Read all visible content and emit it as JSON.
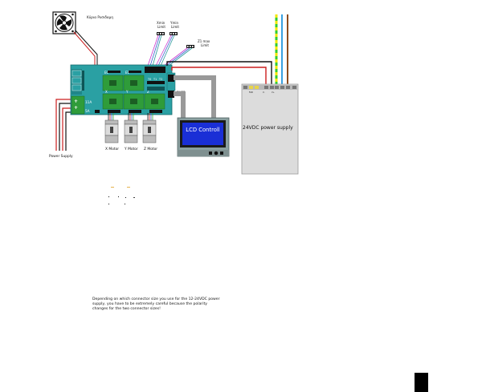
{
  "fan": {
    "label": "Κύρια Ρυσιδαμη"
  },
  "limits": {
    "x_min": [
      "Xmin",
      "Limit"
    ],
    "y_min": [
      "Ymin",
      "Limit"
    ],
    "z1_max": [
      "Z1 max",
      "Limit"
    ]
  },
  "board": {
    "left_connectors": [
      "",
      "",
      ""
    ],
    "power_inputs": [
      "11A",
      "5A"
    ],
    "driver_labels": [
      "E0",
      "E1",
      "X",
      "Y",
      "Z"
    ],
    "header_labels": [
      "T0",
      "T1",
      "T2"
    ],
    "exp_ports": [
      "EXP1",
      "EXP2"
    ]
  },
  "motors": [
    "X Motor",
    "Y Motor",
    "Z Motor"
  ],
  "lcd": {
    "label": "LCD Controll"
  },
  "psu": {
    "label": "24VDC power supply",
    "terminal_labels": [
      "FAN",
      "V-",
      "V+"
    ]
  },
  "power_supply_label": "Power Supply",
  "note": "Depending on which connector size you use for the 12-24VDC power supply, you have to be extremely careful because the polarity changes for the two connector sizes!",
  "colors": {
    "board": "#2aa0a3",
    "driver": "#2f9c3a",
    "lcd_screen": "#1a2fd6",
    "lcd_frame": "#8aa0a0",
    "psu": "#dcdcdc",
    "wire_red": "#cc1e1e",
    "wire_black": "#111111",
    "wire_green": "#33cc33",
    "wire_yellow": "#f2e600",
    "wire_blue": "#3aa0e0",
    "wire_brown": "#8b4a1c"
  }
}
